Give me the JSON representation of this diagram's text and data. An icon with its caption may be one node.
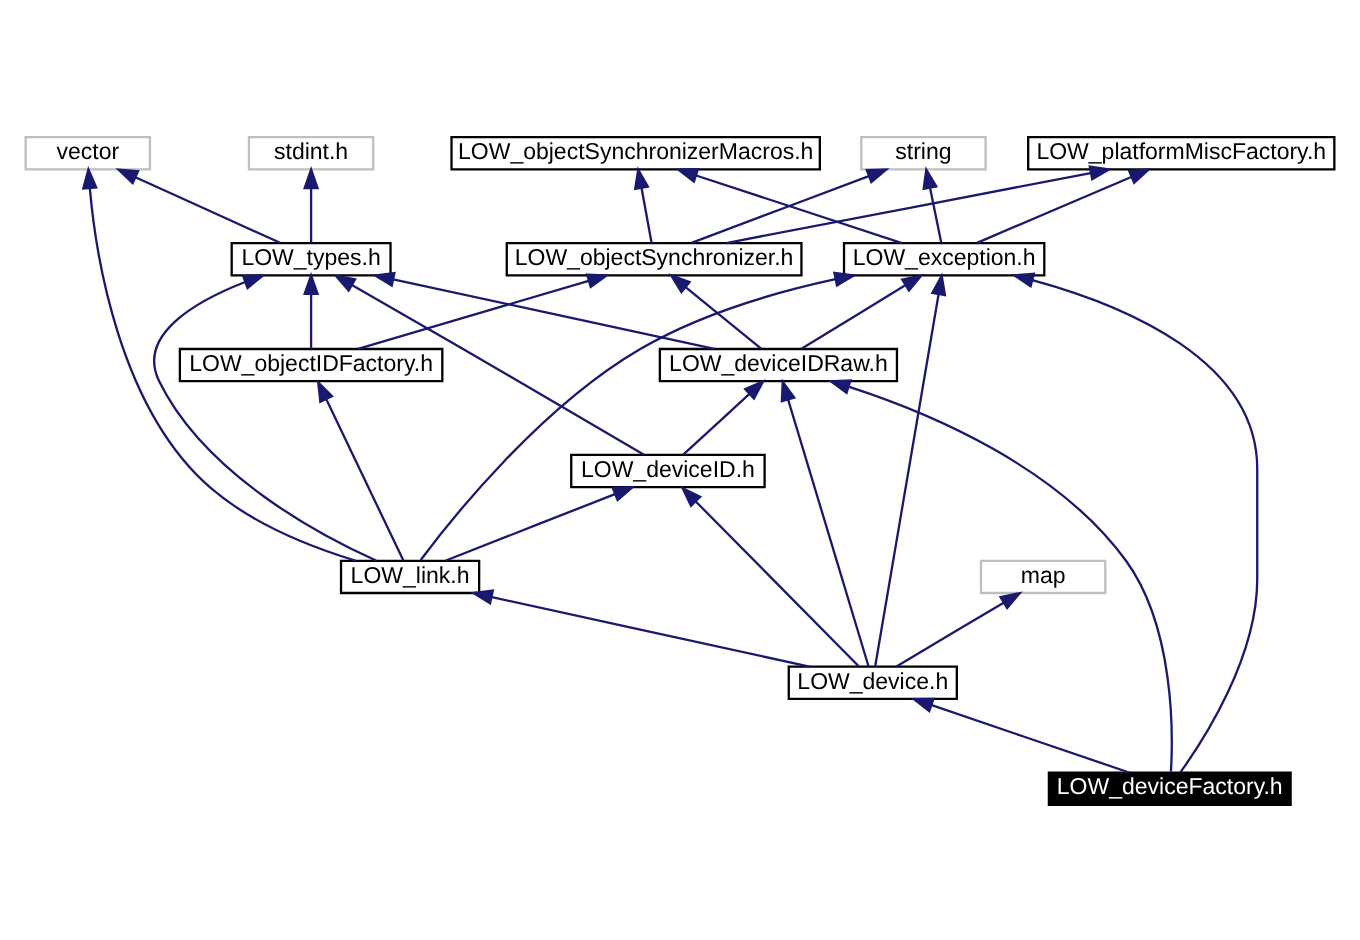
{
  "diagram": {
    "nodes": [
      {
        "text": [
          "LOW_platformMiscFactory.h"
        ]
      },
      {
        "text": [
          "LOW_objectSynchronizerMacros.h"
        ]
      },
      {
        "text": [
          "string"
        ]
      },
      {
        "text": [
          "stdint.h"
        ]
      },
      {
        "text": [
          "vector"
        ]
      },
      {
        "text": [
          "LOW_exception.h"
        ]
      },
      {
        "text": [
          "LOW_objectSynchronizer.h"
        ]
      },
      {
        "text": [
          "LOW_types.h"
        ]
      },
      {
        "text": [
          "LOW_deviceIDRaw.h"
        ]
      },
      {
        "text": [
          "LOW_objectIDFactory.h"
        ]
      },
      {
        "text": [
          "LOW_deviceID.h"
        ]
      },
      {
        "text": [
          "LOW_link.h"
        ]
      },
      {
        "text": [
          "map"
        ]
      },
      {
        "text": [
          "LOW_device.h"
        ]
      },
      {
        "text": [
          "LOW_deviceFactory.h"
        ]
      }
    ],
    "edges": [
      {
        "from": 5,
        "to": 0,
        "arrow": "to"
      },
      {
        "from": 5,
        "to": 1,
        "arrow": "to"
      },
      {
        "from": 5,
        "to": 2,
        "arrow": "to"
      },
      {
        "from": 6,
        "to": 0,
        "arrow": "to"
      },
      {
        "from": 6,
        "to": 1,
        "arrow": "to"
      },
      {
        "from": 6,
        "to": 2,
        "arrow": "to"
      },
      {
        "from": 7,
        "to": 3,
        "arrow": "to"
      },
      {
        "from": 7,
        "to": 4,
        "arrow": "to"
      },
      {
        "from": 8,
        "to": 5,
        "arrow": "to"
      },
      {
        "from": 8,
        "to": 6,
        "arrow": "to"
      },
      {
        "from": 8,
        "to": 7,
        "arrow": "to"
      },
      {
        "from": 9,
        "to": 6,
        "arrow": "to"
      },
      {
        "from": 9,
        "to": 7,
        "arrow": "to"
      },
      {
        "from": 10,
        "to": 8,
        "arrow": "to"
      },
      {
        "from": 10,
        "to": 7,
        "arrow": "to"
      },
      {
        "from": 11,
        "to": 5,
        "arrow": "to"
      },
      {
        "from": 11,
        "to": 10,
        "arrow": "to"
      },
      {
        "from": 11,
        "to": 9,
        "arrow": "to"
      },
      {
        "from": 11,
        "to": 7,
        "arrow": "to"
      },
      {
        "from": 11,
        "to": 4,
        "arrow": "to"
      },
      {
        "from": 13,
        "to": 5,
        "arrow": "to"
      },
      {
        "from": 13,
        "to": 8,
        "arrow": "to"
      },
      {
        "from": 13,
        "to": 10,
        "arrow": "to"
      },
      {
        "from": 13,
        "to": 11,
        "arrow": "to"
      },
      {
        "from": 13,
        "to": 12,
        "arrow": "to"
      },
      {
        "from": 14,
        "to": 5,
        "arrow": "to"
      },
      {
        "from": 14,
        "to": 8,
        "arrow": "to"
      },
      {
        "from": 14,
        "to": 13,
        "arrow": "to"
      }
    ]
  }
}
